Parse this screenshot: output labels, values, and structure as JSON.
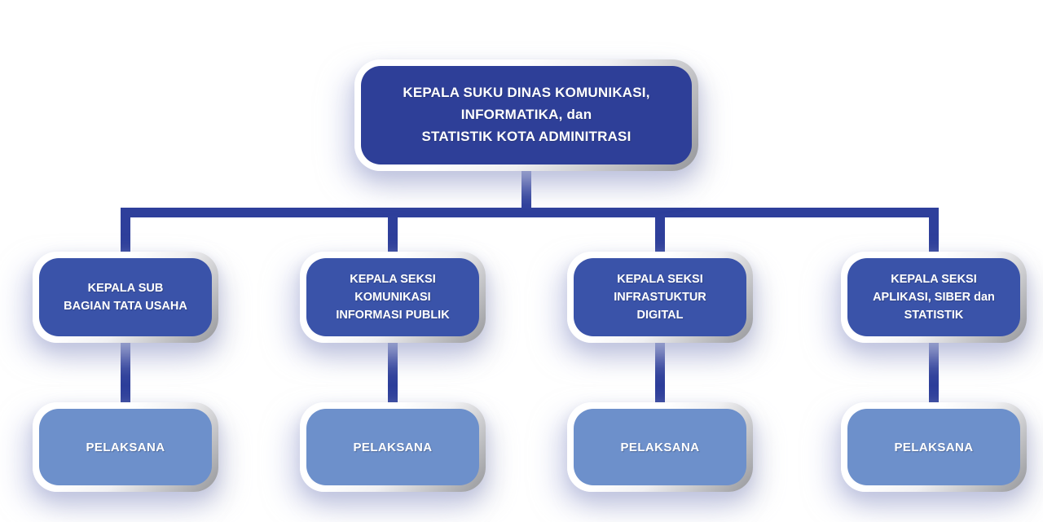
{
  "org_chart": {
    "root": {
      "lines": [
        "KEPALA SUKU DINAS KOMUNIKASI,",
        "INFORMATIKA, dan",
        "STATISTIK KOTA ADMINITRASI"
      ]
    },
    "branches": [
      {
        "title_lines": [
          "KEPALA SUB",
          "BAGIAN TATA USAHA"
        ],
        "subordinate": "PELAKSANA"
      },
      {
        "title_lines": [
          "KEPALA SEKSI",
          "KOMUNIKASI",
          "INFORMASI PUBLIK"
        ],
        "subordinate": "PELAKSANA"
      },
      {
        "title_lines": [
          "KEPALA SEKSI",
          "INFRASTUKTUR",
          "DIGITAL"
        ],
        "subordinate": "PELAKSANA"
      },
      {
        "title_lines": [
          "KEPALA SEKSI",
          "APLIKASI, SIBER dan",
          "STATISTIK"
        ],
        "subordinate": "PELAKSANA"
      }
    ],
    "colors": {
      "root_fill": "#2e3f98",
      "manager_fill": "#3a53a9",
      "staff_fill": "#6d90cb",
      "connector": "#2e3f9b",
      "text": "#ffffff",
      "frame_dark": "#96979b"
    }
  }
}
